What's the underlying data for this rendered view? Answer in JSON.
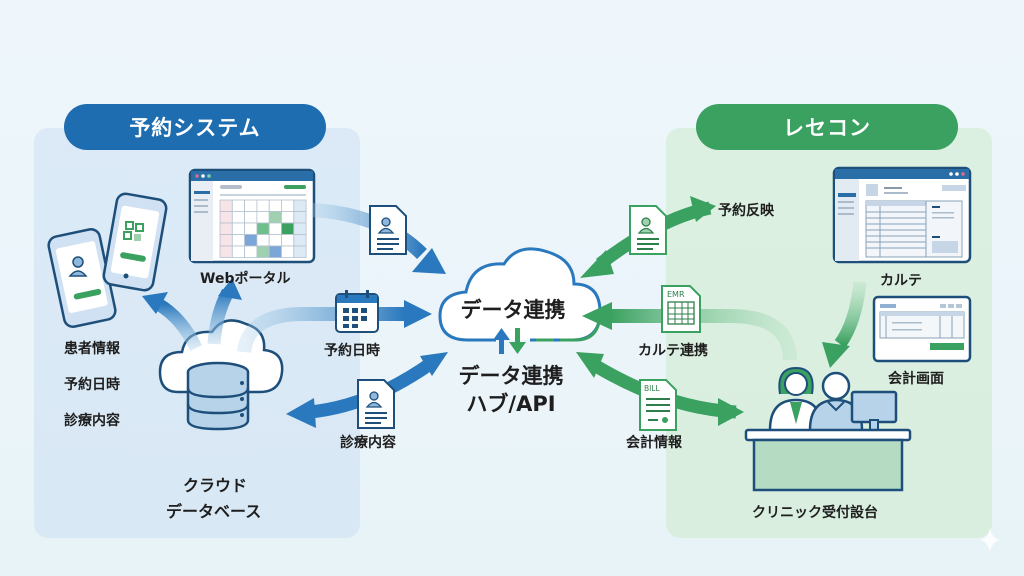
{
  "left_system": {
    "title": "予約システム",
    "color": "#1e6db0",
    "web_portal_label": "Webポータル",
    "data_items": [
      "患者情報",
      "予約日時",
      "診療内容"
    ],
    "database_label_line1": "クラウド",
    "database_label_line2": "データベース"
  },
  "right_system": {
    "title": "レセコン",
    "color": "#3aa160",
    "chart_label": "カルテ",
    "billing_screen_label": "会計画面",
    "reception_label": "クリニック受付設台"
  },
  "hub": {
    "cloud_label": "データ連携",
    "label_line1": "データ連携",
    "label_line2": "ハブ/API"
  },
  "flows_left": [
    {
      "label": "",
      "icon": "patient-document-icon"
    },
    {
      "label": "予約日時",
      "icon": "calendar-icon"
    },
    {
      "label": "診療内容",
      "icon": "patient-document-icon"
    }
  ],
  "flows_right": [
    {
      "label": "予約反映",
      "icon": "patient-document-icon"
    },
    {
      "label": "カルテ連携",
      "icon": "emr-document-icon",
      "badge": "EMR"
    },
    {
      "label": "会計情報",
      "icon": "bill-document-icon",
      "badge": "BILL"
    }
  ]
}
